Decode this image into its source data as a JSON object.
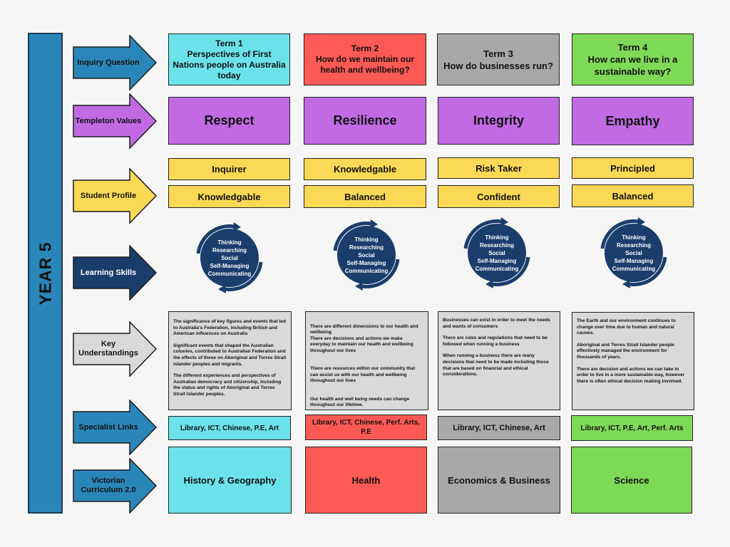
{
  "year_label": "YEAR 5",
  "colors": {
    "arrow_blue": "#2a86b8",
    "arrow_cyan": "#6be2ea",
    "arrow_purple": "#c26ae3",
    "arrow_yellow": "#fcd955",
    "arrow_navy": "#1b3d6c",
    "arrow_grey": "#d9d9d9"
  },
  "rows": {
    "inquiry": "Inquiry Question",
    "values": "Templeton Values",
    "profile": "Student Profile",
    "skills": "Learning Skills",
    "ku": "Key Understandings",
    "specialist": "Specialist Links",
    "curriculum": "Victorian Curriculum 2.0"
  },
  "terms": [
    {
      "color": "#6be2ea",
      "heading": "Term 1",
      "question": "Perspectives of First Nations people on Australia today",
      "value": "Respect",
      "profile": [
        "Inquirer",
        "Knowledgable"
      ],
      "key_understandings": [
        "The significance of key figures and events that led to Australia's Federation, including British and American influences on Australia",
        "Significant events that shaped the Australian colonies, contributed to Australian Federation and the effects of these on Aboriginal and Torres Strait Islander peoples and migrants.",
        "The different experiences and perspectives of Australian democracy and citizenship, including the status and rights of Aboriginal and Torres Strait Islander peoples."
      ],
      "specialist": "Library, ICT, Chinese, P.E, Art",
      "curriculum": "History & Geography"
    },
    {
      "color": "#fd5a55",
      "heading": "Term 2",
      "question": "How do we maintain our health and wellbeing?",
      "value": "Resilience",
      "profile": [
        "Knowledgable",
        "Balanced"
      ],
      "key_understandings": [
        "There are different dimensions to our health and wellbeing\nThere are decisions and actions we make everyday to maintain our health and wellbeing throughout our lives",
        "There are resources within our community that can assist us with our health and wellbeing throughout our lives",
        "Our health and well being needs can change throughout our lifetime."
      ],
      "specialist": "Library, ICT, Chinese, Perf. Arts, P.E",
      "curriculum": "Health"
    },
    {
      "color": "#a8a8a8",
      "heading": "Term 3",
      "question": "How do businesses run?",
      "value": "Integrity",
      "profile": [
        "Risk Taker",
        "Confident"
      ],
      "key_understandings": [
        "Businesses can exist in order to meet the needs and wants of consumers",
        "There are rules and regulations that need to be followed when running a business",
        "When running a business there are many decisions that need to be made including those that are based on financial and ethical considerations."
      ],
      "specialist": "Library, ICT, Chinese, Art",
      "curriculum": "Economics & Business"
    },
    {
      "color": "#7ed957",
      "heading": "Term 4",
      "question": "How can we live in a sustainable way?",
      "value": "Empathy",
      "profile": [
        "Principled",
        "Balanced"
      ],
      "key_understandings": [
        "The Earth and our environment continues to change over time due to human and natural causes.",
        "Aboriginal and Torres Strait Islander people effectively managed the environment for thousands of years.",
        "There are decision and actions we can take in order to live in a more sustainable way, however there is often ethical decision making involved."
      ],
      "specialist": "Library, ICT, P.E, Art, Perf. Arts",
      "curriculum": "Science"
    }
  ],
  "learning_skills": [
    "Thinking",
    "Researching",
    "Social",
    "Self-Managing",
    "Communicating"
  ],
  "value_color": "#c26ae3",
  "profile_color": "#fcd955",
  "skills_color": "#1b3d6c"
}
